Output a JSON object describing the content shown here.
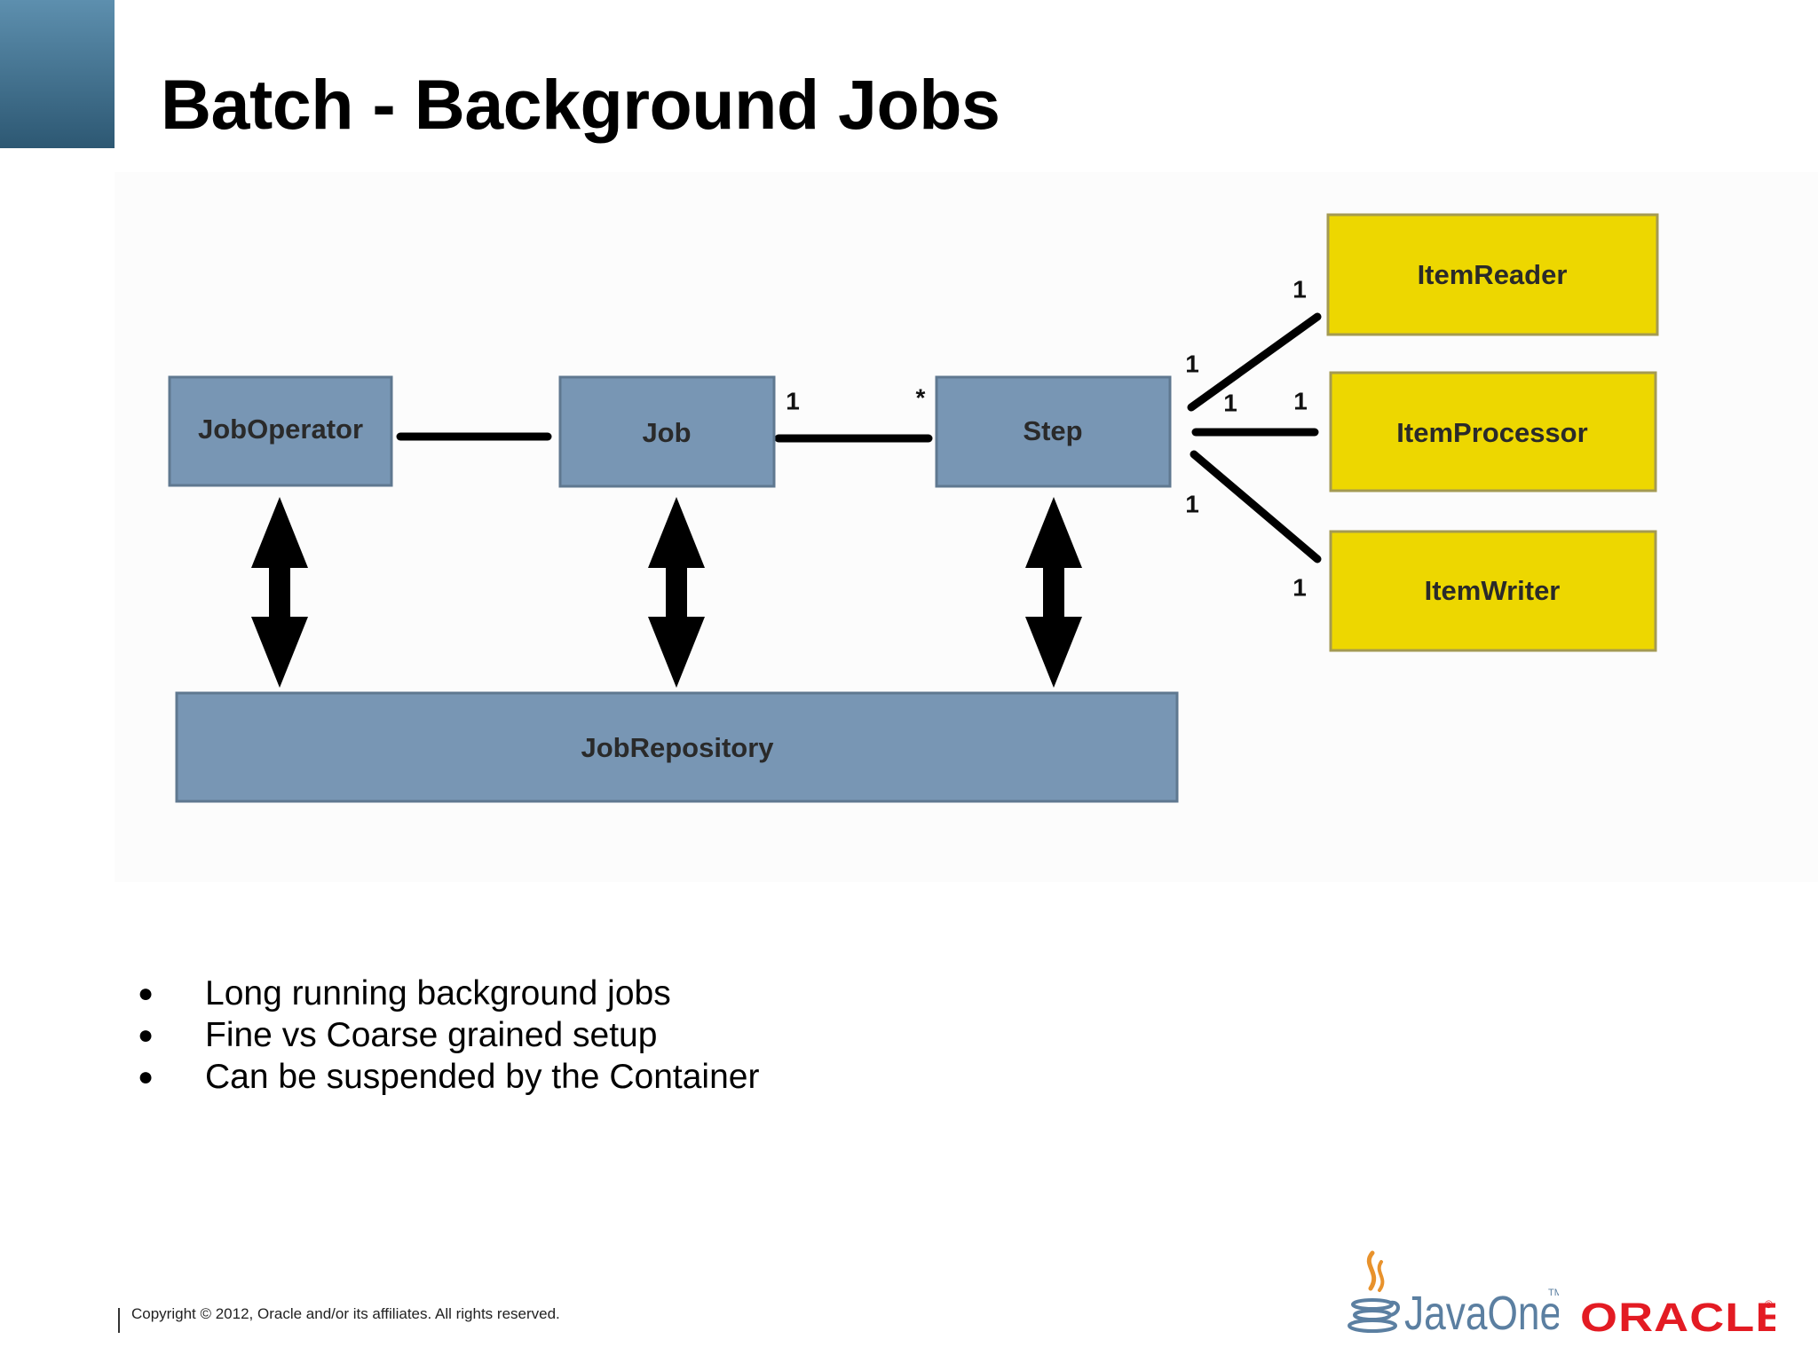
{
  "slide": {
    "title": "Batch - Background Jobs",
    "bullets": [
      "Long running background jobs",
      "Fine vs Coarse grained setup",
      "Can be suspended by the Container"
    ],
    "copyright": "Copyright © 2012, Oracle and/or its affiliates. All rights reserved."
  },
  "diagram": {
    "boxes": {
      "job_operator": "JobOperator",
      "job": "Job",
      "step": "Step",
      "job_repository": "JobRepository",
      "item_reader": "ItemReader",
      "item_processor": "ItemProcessor",
      "item_writer": "ItemWriter"
    },
    "multiplicities": {
      "job_step_job_end": "1",
      "job_step_step_end": "*",
      "step_reader_step_end": "1",
      "step_reader_reader_end": "1",
      "step_processor_step_end": "1",
      "step_processor_processor_end": "1",
      "step_writer_step_end": "1",
      "step_writer_writer_end": "1"
    },
    "colors": {
      "core_box": "#7896b4",
      "item_box": "#edd700",
      "connector": "#000000"
    }
  },
  "logos": {
    "javaone": "JavaOne",
    "javaone_tm": "TM",
    "oracle": "ORACLE",
    "oracle_reg": "®"
  },
  "colors": {
    "corner_accent": "#3f6d8b",
    "oracle_red": "#e31b23",
    "javaone_blue": "#5b7fa1",
    "javaone_orange": "#e8922c"
  }
}
